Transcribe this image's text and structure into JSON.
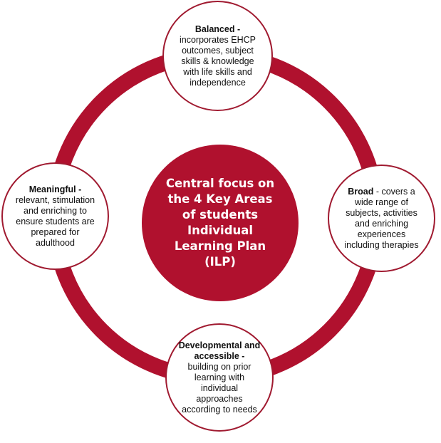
{
  "colors": {
    "accent": "#b0112e",
    "node_border": "#a01a30",
    "node_fill": "#ffffff",
    "text": "#111111"
  },
  "center": {
    "text": "Central focus on the 4 Key Areas of students Individual Learning Plan (ILP)"
  },
  "nodes": {
    "balanced": {
      "title": "Balanced -",
      "body": "incorporates EHCP outcomes, subject skills & knowledge with life skills and independence"
    },
    "meaningful": {
      "title": "Meaningful -",
      "body": "relevant, stimulation and enriching to ensure students are prepared for adulthood"
    },
    "broad": {
      "title": "Broad",
      "body": " - covers a wide range of subjects, activities and enriching experiences including therapies"
    },
    "developmental": {
      "title": "Developmental and accessible -",
      "body": "building on prior learning with individual approaches according to needs"
    }
  }
}
